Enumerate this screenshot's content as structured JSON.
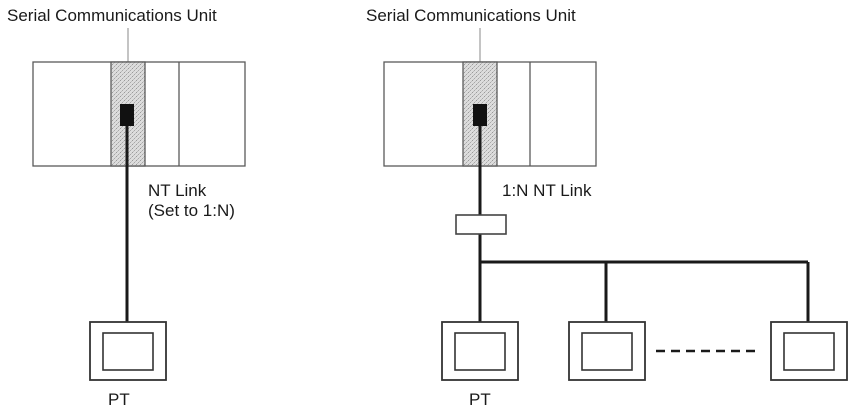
{
  "left_diagram": {
    "unit_label": "Serial Communications Unit",
    "link_label_line1": "NT Link",
    "link_label_line2": "(Set to 1:N)",
    "pt_label": "PT"
  },
  "right_diagram": {
    "unit_label": "Serial Communications Unit",
    "link_label": "1:N NT Link",
    "pt_label": "PT"
  },
  "colors": {
    "unit_fill": "#f4f4f4",
    "serial_unit_texture": "#d9d9d9",
    "wire": "#1a1a1a",
    "port": "#111111"
  }
}
